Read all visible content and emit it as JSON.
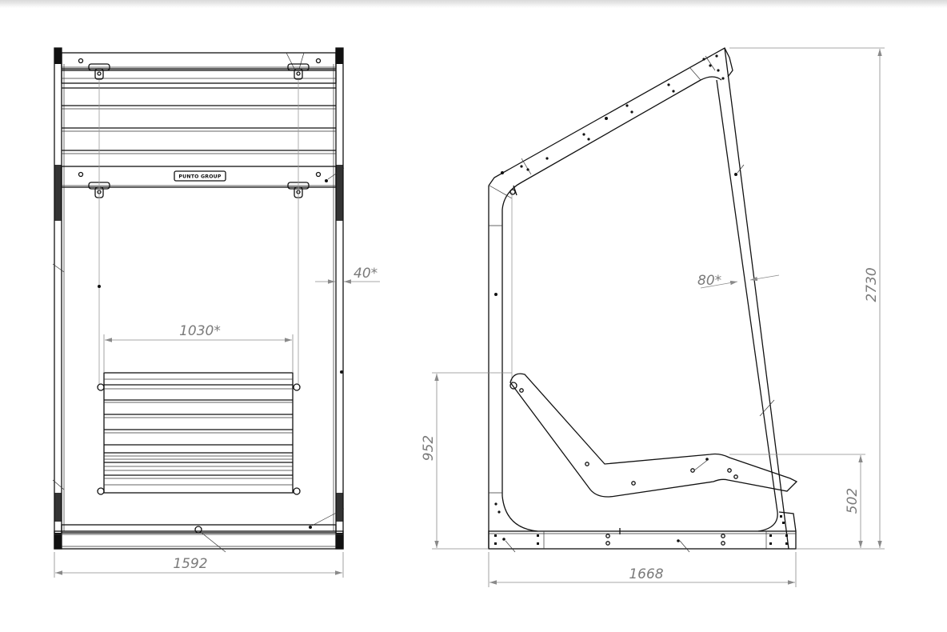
{
  "logo_text": "PUNTO GROUP",
  "dimensions": {
    "front_overall_width": "1592",
    "front_inner_width": "1030*",
    "front_profile": "40*",
    "side_depth": "1668",
    "side_height": "2730",
    "side_seat_upper": "952",
    "side_seat_lower": "502",
    "side_profile": "80*"
  }
}
